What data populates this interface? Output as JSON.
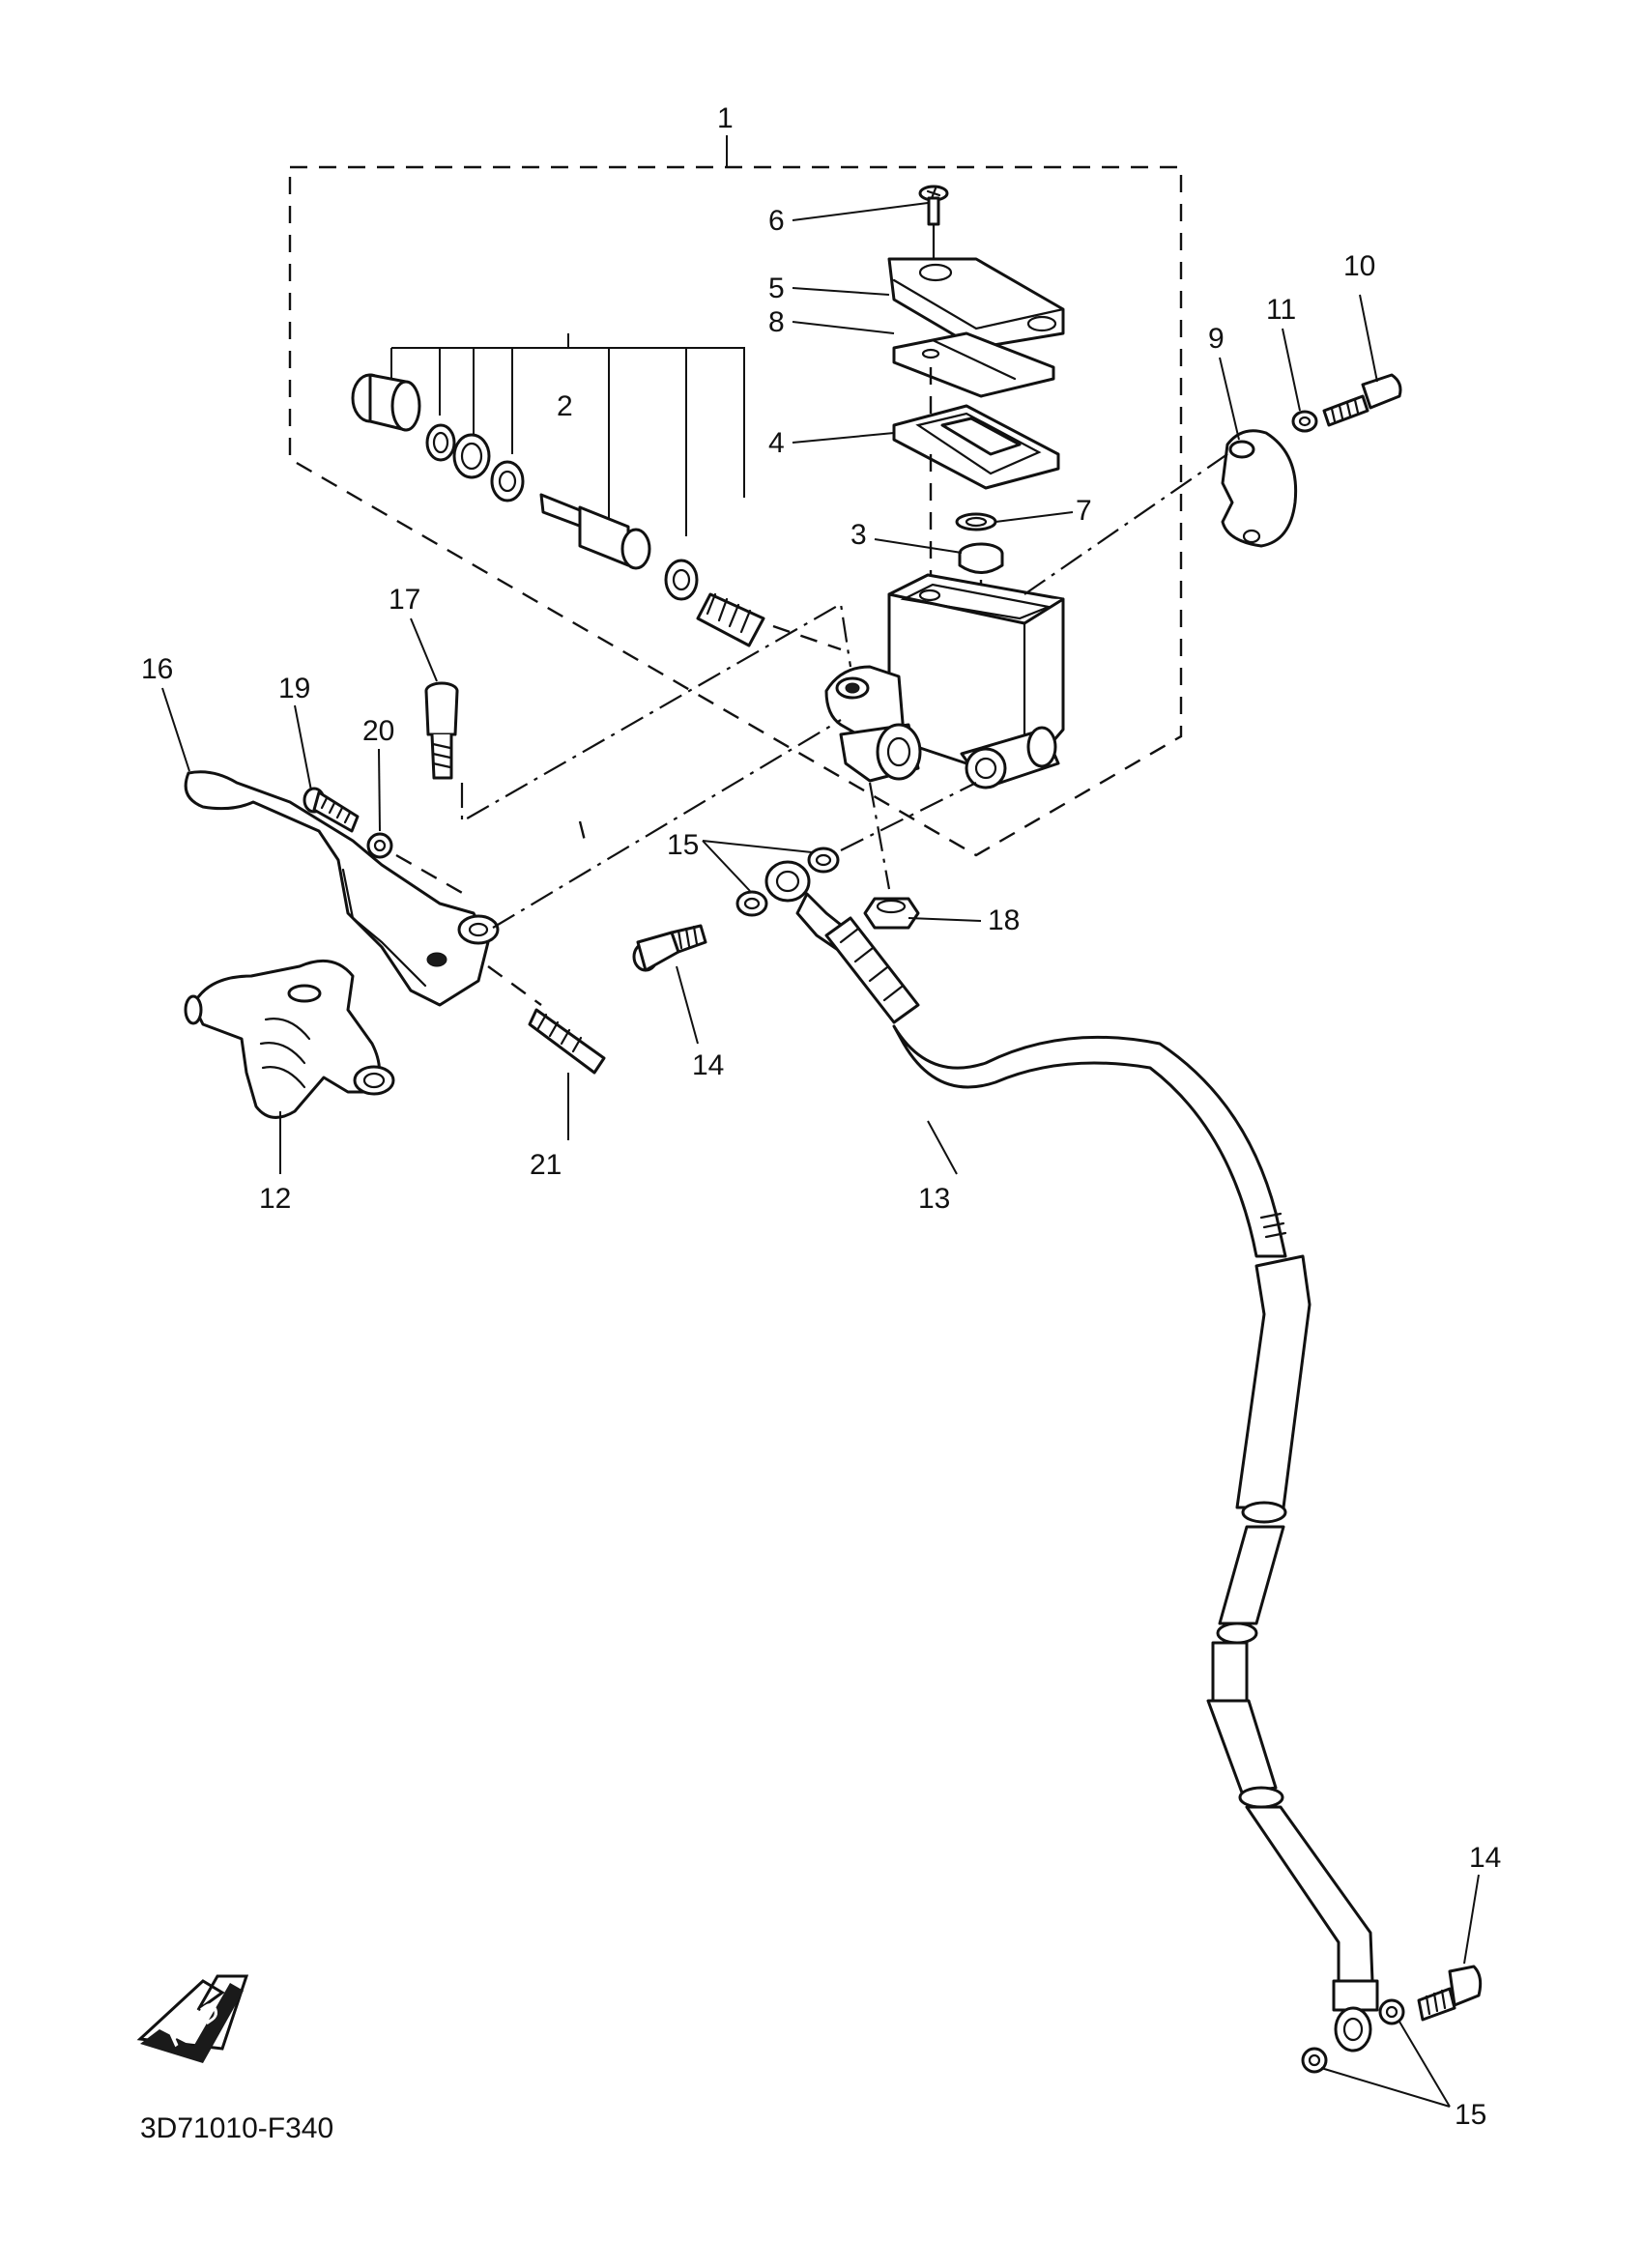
{
  "diagram_code": "3D71010-F340",
  "fwd_label": "FWD",
  "callouts": {
    "c1": "1",
    "c2": "2",
    "c3": "3",
    "c4": "4",
    "c5": "5",
    "c6": "6",
    "c7": "7",
    "c8": "8",
    "c9": "9",
    "c10": "10",
    "c11": "11",
    "c12": "12",
    "c13": "13",
    "c14a": "14",
    "c14b": "14",
    "c15a": "15",
    "c15b": "15",
    "c16": "16",
    "c17": "17",
    "c18": "18",
    "c19": "19",
    "c20": "20",
    "c21": "21"
  }
}
